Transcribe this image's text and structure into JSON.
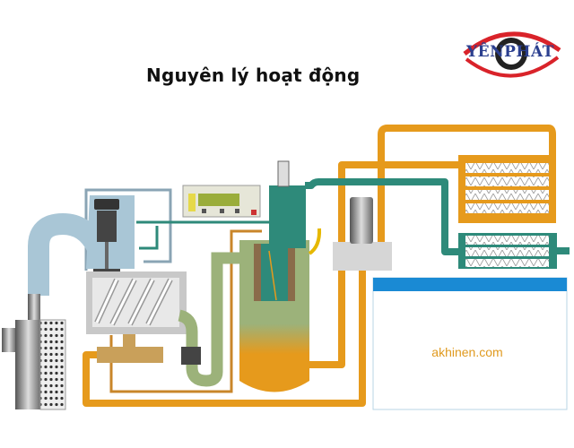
{
  "header": {
    "title": "Nguyên lý hoạt động"
  },
  "logo": {
    "text": "YÊNPHÁT"
  },
  "diagram": {
    "watermark": "akhinen.com",
    "colors": {
      "oil": "#e69a1c",
      "air_intake": "#a9c6d6",
      "compressed_air": "#2e8a7a",
      "oil_air_mix": "#9cb27a",
      "panel_header": "#1a8ad4"
    }
  }
}
